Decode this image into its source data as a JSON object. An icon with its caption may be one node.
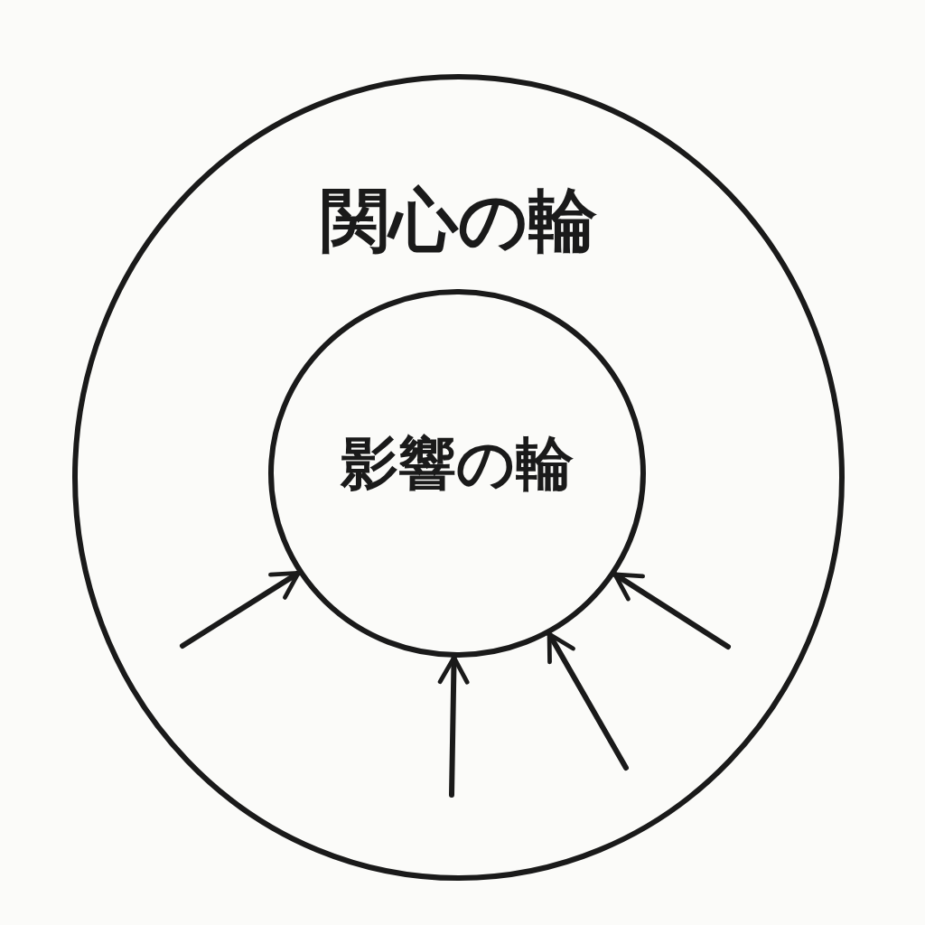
{
  "diagram": {
    "nodes": [
      {
        "text": [
          "関心の輪"
        ]
      },
      {
        "text": [
          "影響の輪"
        ],
        "in": 0
      }
    ],
    "edges": [
      {
        "from": null,
        "to": 1,
        "arrow": "to"
      },
      {
        "from": null,
        "to": 1,
        "arrow": "to"
      },
      {
        "from": null,
        "to": 1,
        "arrow": "to"
      },
      {
        "from": null,
        "to": 1,
        "arrow": "to"
      }
    ]
  }
}
